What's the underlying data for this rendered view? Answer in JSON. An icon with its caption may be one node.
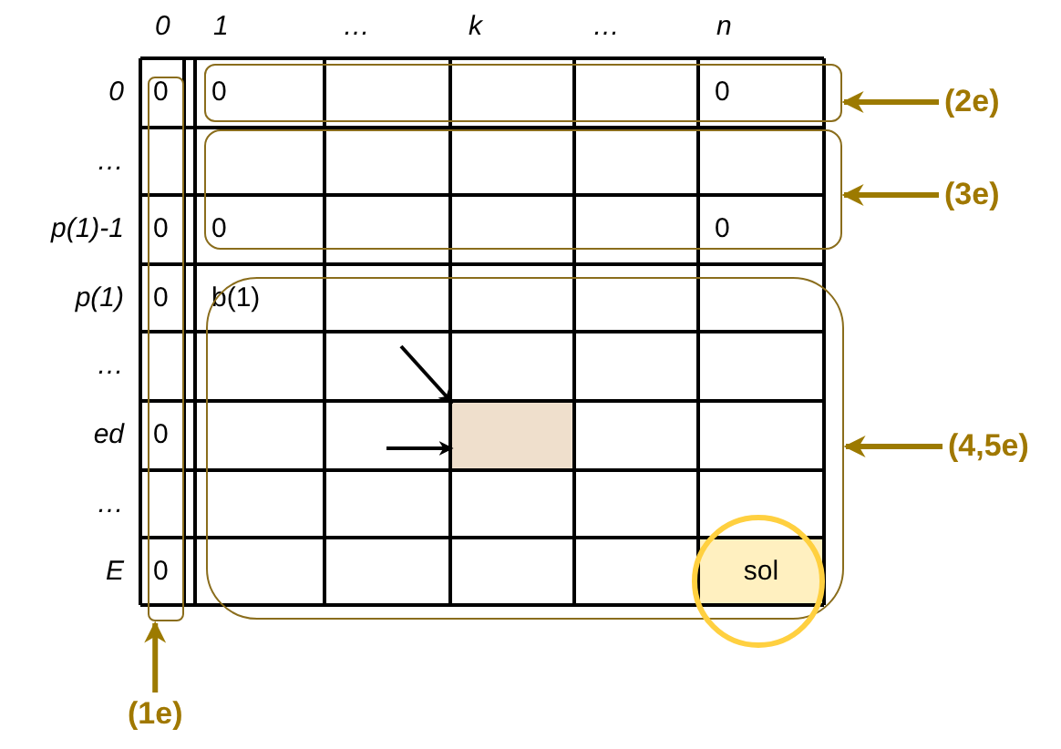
{
  "diagram": {
    "nodes": [
      {
        "text": [],
        "shape": "box"
      },
      {
        "text": [
          "(2e)"
        ]
      },
      {
        "text": [],
        "shape": "box"
      },
      {
        "text": [
          "(3e)"
        ]
      },
      {
        "text": [],
        "shape": "box"
      },
      {
        "text": [
          "(4,5e)"
        ]
      },
      {
        "text": [],
        "shape": "box",
        "in": 4
      },
      {
        "text": [],
        "shape": "box"
      },
      {
        "text": [
          "(1e)"
        ]
      }
    ],
    "edges": [
      {
        "from": 1,
        "to": 0,
        "arrow": "to"
      },
      {
        "from": 3,
        "to": 2,
        "arrow": "to"
      },
      {
        "from": 5,
        "to": 4,
        "arrow": "to"
      },
      {
        "from": null,
        "to": 6,
        "arrow": "to",
        "color": "#000000"
      },
      {
        "from": null,
        "to": 6,
        "arrow": "to",
        "color": "#000000"
      },
      {
        "from": 8,
        "to": 7,
        "arrow": "to"
      }
    ],
    "labels": [
      "0",
      "1",
      "…",
      "k",
      "…",
      "n",
      "0",
      "0",
      "0",
      "0",
      "…",
      "p(1)-1",
      "0",
      "0",
      "0",
      "p(1)",
      "0",
      "b(1)",
      "…",
      "ed",
      "0",
      "…",
      "E",
      "0",
      "sol"
    ]
  }
}
